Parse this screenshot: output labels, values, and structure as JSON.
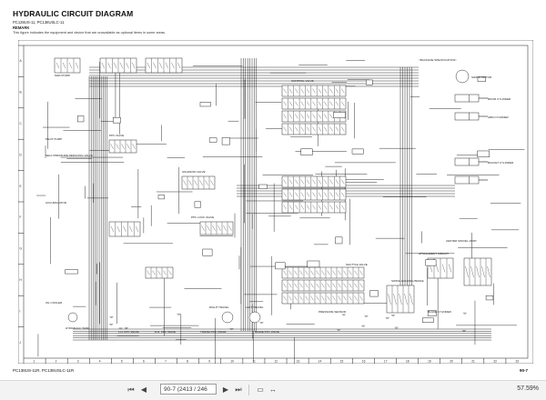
{
  "document": {
    "title": "HYDRAULIC CIRCUIT DIAGRAM",
    "subtitle": "PC138US-11, PC138USLC-11",
    "remark_label": "REMARK",
    "remark_text": "This figure indicates the equipment and device that are unavailable as optional items in some areas.",
    "footer_model": "PC138US-11R, PC138USLC-11R",
    "footer_page": "90-7",
    "labels": {
      "backhoe": "<BACKHOE SPECIFICATION>",
      "swing_motor": "SWING MOTOR",
      "boom_cyl": "BOOM CYLINDER",
      "arm_cyl": "ARM CYLINDER",
      "bucket_cyl": "BUCKET CYLINDER",
      "travel_motor": "TRAVEL MOTOR",
      "center_swivel": "CENTER SWIVEL JOINT",
      "main_pump": "MAIN PUMP",
      "control_valve": "CONTROL VALVE",
      "pilot_pump": "PILOT PUMP",
      "self_pressure": "SELF PRESSURE REDUCING VALVE",
      "oil_cooler": "OIL COOLER",
      "hyd_tank": "HYDRAULIC TANK",
      "ppc_valve": "PPC VALVE",
      "solenoid": "SOLENOID VALVE",
      "accumulator": "ACCUMULATOR",
      "attachment": "ATTACHMENT CIRCUIT",
      "lock_valve": "PPC LOCK VALVE",
      "lh_ppc": "L.H. PPC VALVE",
      "rh_ppc": "R.H. PPC VALVE",
      "travel_ppc": "TRAVEL PPC VALVE",
      "blade_valve": "BLADE PPC VALVE",
      "pressure_sensor": "PRESSURE SENSOR",
      "shuttle": "SHUTTLE VALVE",
      "swing_holding": "SWING HOLDING BRAKE",
      "right_travel": "RIGHT TRAVEL",
      "left_travel": "LEFT TRAVEL",
      "blade_cyl": "BLADE CYLINDER"
    },
    "grid_columns": [
      "1",
      "2",
      "3",
      "4",
      "5",
      "6",
      "7",
      "8",
      "9",
      "10",
      "11",
      "12",
      "13",
      "14",
      "15",
      "16",
      "17",
      "18",
      "19",
      "20",
      "21",
      "22",
      "23"
    ],
    "grid_rows": [
      "A",
      "B",
      "C",
      "D",
      "E",
      "F",
      "G",
      "H",
      "I",
      "J"
    ]
  },
  "toolbar": {
    "page_field": "90-7 (2413 / 246",
    "zoom": "57.59%",
    "first_icon": "first-page-icon",
    "prev_icon": "previous-page-icon",
    "next_icon": "next-page-icon",
    "last_icon": "last-page-icon"
  },
  "colors": {
    "line": "#1a1a1a",
    "background": "#ffffff",
    "toolbar": "#f3f3f3"
  }
}
